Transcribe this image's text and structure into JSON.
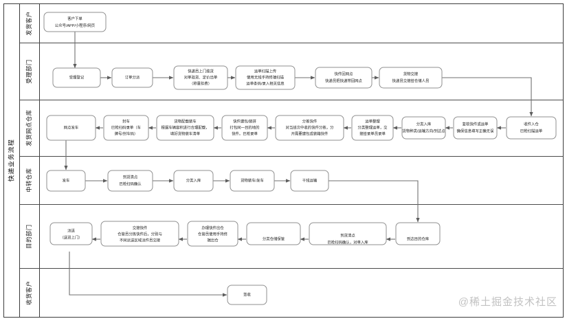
{
  "diagram": {
    "title": "快递业务流程",
    "watermark": "@稀土掘金技术社区",
    "lanes": [
      {
        "id": "lane-shipper",
        "label": "发货客户"
      },
      {
        "id": "lane-acceptance",
        "label": "受理部门"
      },
      {
        "id": "lane-origin",
        "label": "发货网点仓库"
      },
      {
        "id": "lane-transit",
        "label": "中转仓库"
      },
      {
        "id": "lane-dest",
        "label": "目的部门"
      },
      {
        "id": "lane-consignee",
        "label": "收货客户"
      }
    ],
    "nodes": {
      "n1": {
        "lines": [
          "客户下单",
          "公众号/APP/小程序/网页"
        ]
      },
      "n2": {
        "lines": [
          "受理登记"
        ]
      },
      "n3": {
        "lines": [
          "订单分派"
        ]
      },
      "n4": {
        "lines": [
          "快递员上门揽货",
          "对单验货、定价出单",
          "（称重扣费）"
        ]
      },
      "n5": {
        "lines": [
          "运单扫描上传",
          "使用无线手持终端扫描",
          "运单条码/录入相关信息"
        ]
      },
      "n6": {
        "lines": [
          "快件回网点",
          "快递员把快递带回网点"
        ]
      },
      "n7": {
        "lines": [
          "货物交接",
          "快递员交接给仓储人员"
        ]
      },
      "n8": {
        "lines": [
          "收件入仓",
          "巴枪扫描运单"
        ]
      },
      "n9": {
        "lines": [
          "复核快件或运单",
          "确保信息填写正确无误"
        ]
      },
      "n10": {
        "lines": [
          "分类入库",
          "货物种类/运输方向/到达点"
        ]
      },
      "n11": {
        "lines": [
          "运单整理",
          "分类整理运单，交",
          "接给录单员录单"
        ]
      },
      "n12": {
        "lines": [
          "分拣快件",
          "对当班次中收的快件分拣，分",
          "开需要建包或装箱快件"
        ]
      },
      "n13": {
        "lines": [
          "快件建包/装拼",
          "打包同一目的地的",
          "快件。巴枪录单"
        ]
      },
      "n14": {
        "lines": [
          "货物配载装车",
          "根据车辆容积进行合理配载，",
          "填好货物装车清单"
        ]
      },
      "n15": {
        "lines": [
          "封车",
          "巴枪扫码录单（车",
          "牌号/封车码）"
        ]
      },
      "n16": {
        "lines": [
          "网点发车"
        ]
      },
      "n17": {
        "lines": [
          "发车"
        ]
      },
      "n18": {
        "lines": [
          "到货清点",
          "巴枪扫码确认"
        ]
      },
      "n19": {
        "lines": [
          "分类入库"
        ]
      },
      "n20": {
        "lines": [
          "货物装车/发车"
        ]
      },
      "n21": {
        "lines": [
          "干线运输"
        ]
      },
      "n22": {
        "lines": [
          "到达目的仓库"
        ]
      },
      "n23": {
        "lines": [
          "到货清点",
          "巴枪扫码确认，对单入库"
        ]
      },
      "n24": {
        "lines": [
          "分类仓储保管"
        ]
      },
      "n25": {
        "lines": [
          "办理快件出仓",
          "仓管员使用手持终",
          "端出仓"
        ]
      },
      "n26": {
        "lines": [
          "交接快件",
          "仓管员分拣快件后，分别与",
          "不同派送区域派件员交接"
        ]
      },
      "n27": {
        "lines": [
          "派送",
          "（送货上门）"
        ]
      },
      "n28": {
        "lines": [
          "签收"
        ]
      }
    }
  }
}
